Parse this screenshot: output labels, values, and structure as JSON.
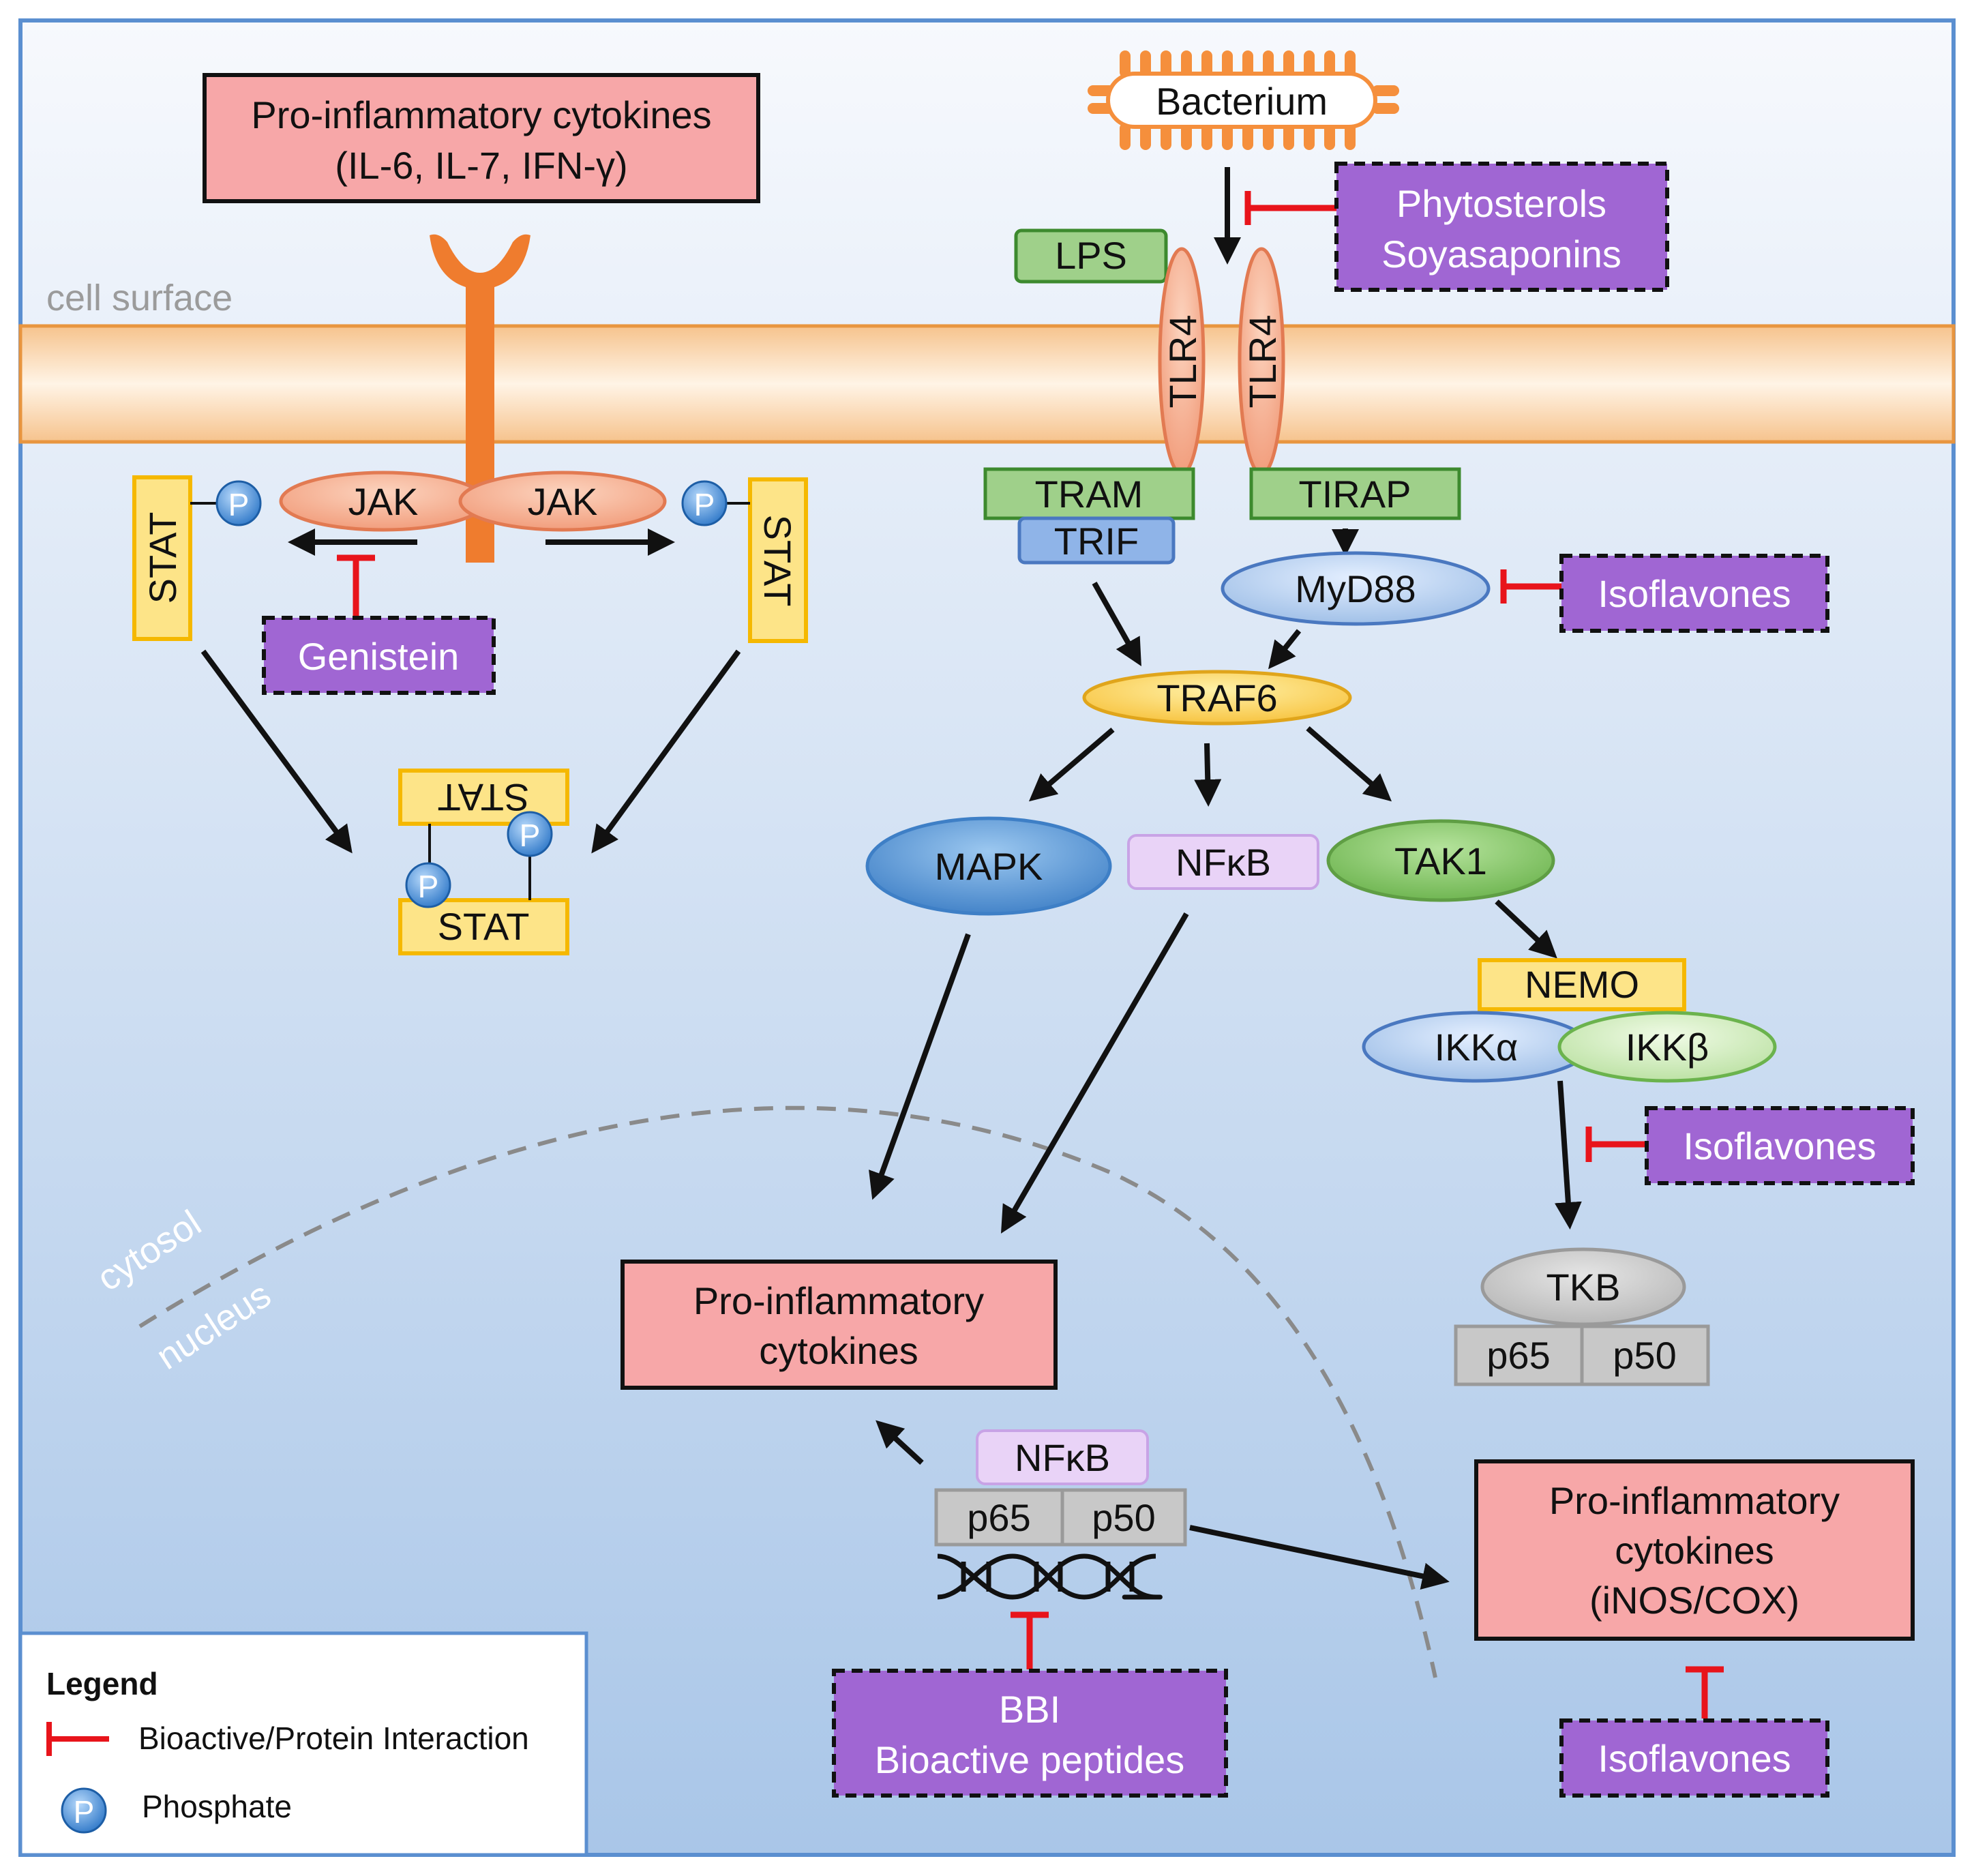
{
  "top_cytokine_box": {
    "line1": "Pro-inflammatory cytokines",
    "line2": "(IL-6, IL-7, IFN-γ)"
  },
  "regions": {
    "cell_surface": "cell surface",
    "cytosol": "cytosol",
    "nucleus": "nucleus"
  },
  "bacterium": "Bacterium",
  "phytosterols_box": {
    "line1": "Phytosterols",
    "line2": "Soyasaponins"
  },
  "lps": "LPS",
  "tlr4": "TLR4",
  "tram": "TRAM",
  "trif": "TRIF",
  "tirap": "TIRAP",
  "myd88": "MyD88",
  "isoflavones": "Isoflavones",
  "traf6": "TRAF6",
  "mapk": "MAPK",
  "nfkb": "NFκB",
  "tak1": "TAK1",
  "nemo": "NEMO",
  "ikka": "IKKα",
  "ikkb": "IKKβ",
  "tkb": "TKB",
  "p65": "p65",
  "p50": "p50",
  "jak": "JAK",
  "stat": "STAT",
  "phosphate_symbol": "P",
  "genistein": "Genistein",
  "mid_cytokine_box": {
    "line1": "Pro-inflammatory",
    "line2": "cytokines"
  },
  "right_cytokine_box": {
    "line1": "Pro-inflammatory",
    "line2": "cytokines",
    "line3": "(iNOS/COX)"
  },
  "bbi_box": {
    "line1": "BBI",
    "line2": "Bioactive peptides"
  },
  "legend": {
    "title": "Legend",
    "inhibition_label": "Bioactive/Protein Interaction",
    "phosphate_label": "Phosphate"
  },
  "colors": {
    "inhibition": "#e8141b",
    "bioactive_box": "#a066d3",
    "cytokine_box": "#f7a7a8",
    "membrane": "#f6c38d",
    "phosphate": "#4a90d9"
  }
}
